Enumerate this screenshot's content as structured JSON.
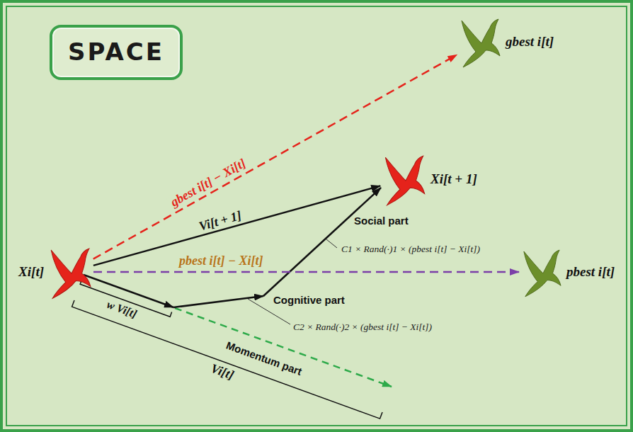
{
  "diagram": {
    "nodes": [
      {
        "text": [
          "SPACE"
        ]
      },
      {
        "text": [
          "gbest i[t]"
        ]
      },
      {
        "text": [
          "Xi[t + 1]"
        ]
      },
      {
        "text": [
          "Xi[t]"
        ]
      },
      {
        "text": [
          "pbest i[t]"
        ]
      }
    ],
    "edges": [
      {
        "from": 3,
        "to": 1,
        "arrow": "to",
        "label": "gbest i[t] − Xi[t]"
      },
      {
        "from": 3,
        "to": 2,
        "arrow": "to",
        "label": "Vi[t + 1]"
      },
      {
        "from": 3,
        "to": 4,
        "arrow": "to",
        "label": "pbest i[t] − Xi[t]"
      }
    ],
    "labels": [
      "w Vi[t]",
      "Vi[t]",
      "Momentum part",
      "Cognitive part",
      "Social part",
      "C1 × Rand(·)1 × (pbest i[t] − Xi[t])",
      "C2 × Rand(·)2 × (gbest i[t] − Xi[t])"
    ]
  }
}
